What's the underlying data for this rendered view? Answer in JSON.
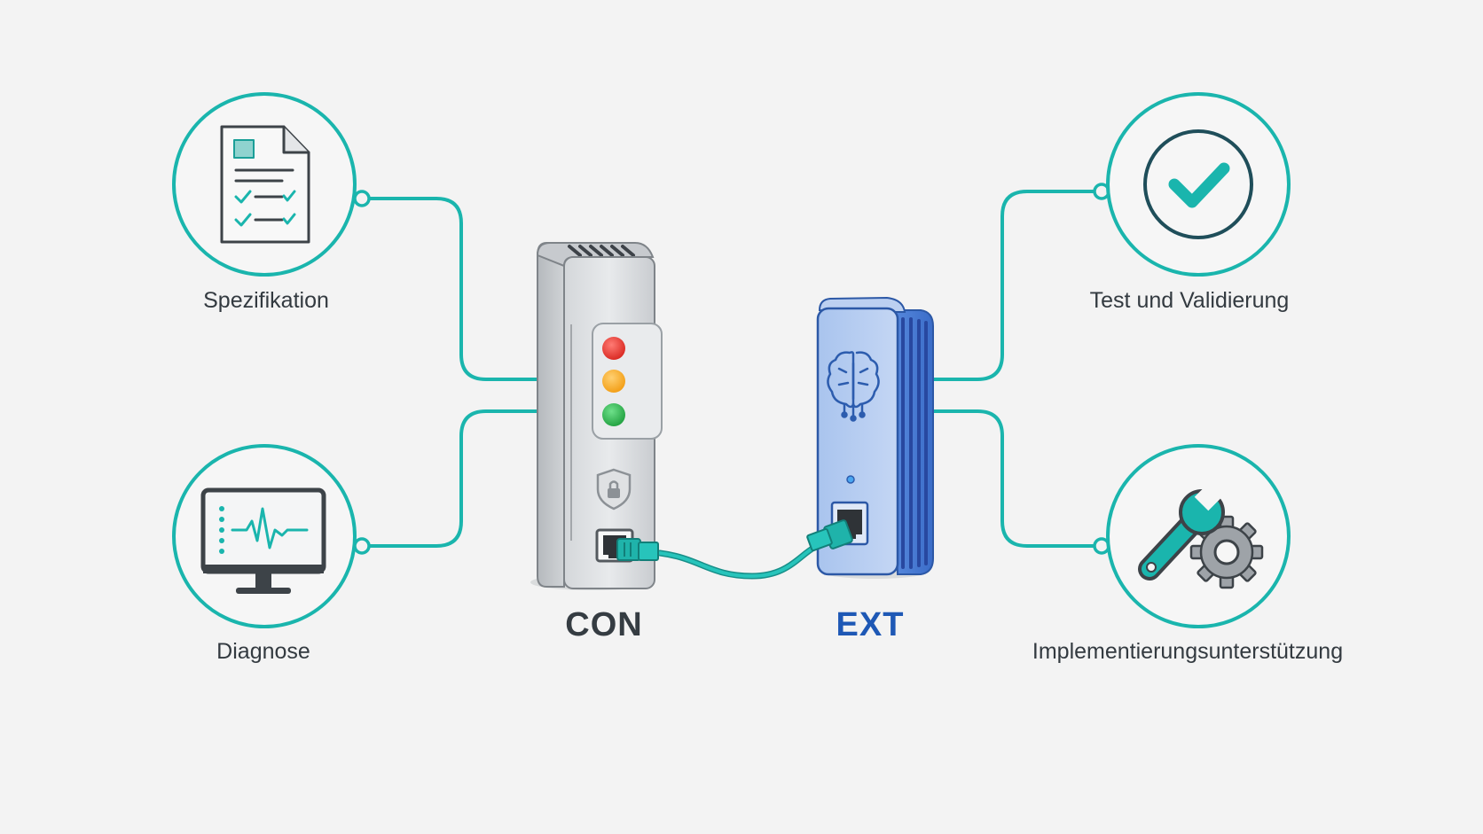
{
  "colors": {
    "accent": "#1ab5ad",
    "background": "#f3f3f3",
    "con_label": "#353c42",
    "ext_label": "#1e58b5",
    "led_red": "#e53935",
    "led_amber": "#f5a623",
    "led_green": "#2bb04a"
  },
  "nodes": {
    "spezifikation": {
      "label": "Spezifikation",
      "icon": "document-checklist-icon"
    },
    "diagnose": {
      "label": "Diagnose",
      "icon": "monitor-waveform-icon"
    },
    "test": {
      "label": "Test und Validierung",
      "icon": "checkmark-circle-icon"
    },
    "implementierung": {
      "label": "Implementierungsunterstützung",
      "icon": "wrench-gear-icon"
    }
  },
  "devices": {
    "con": {
      "label": "CON",
      "icons": [
        "traffic-light-icon",
        "shield-lock-icon",
        "ethernet-port-icon"
      ]
    },
    "ext": {
      "label": "EXT",
      "icons": [
        "brain-circuit-icon",
        "ethernet-port-icon"
      ]
    }
  }
}
